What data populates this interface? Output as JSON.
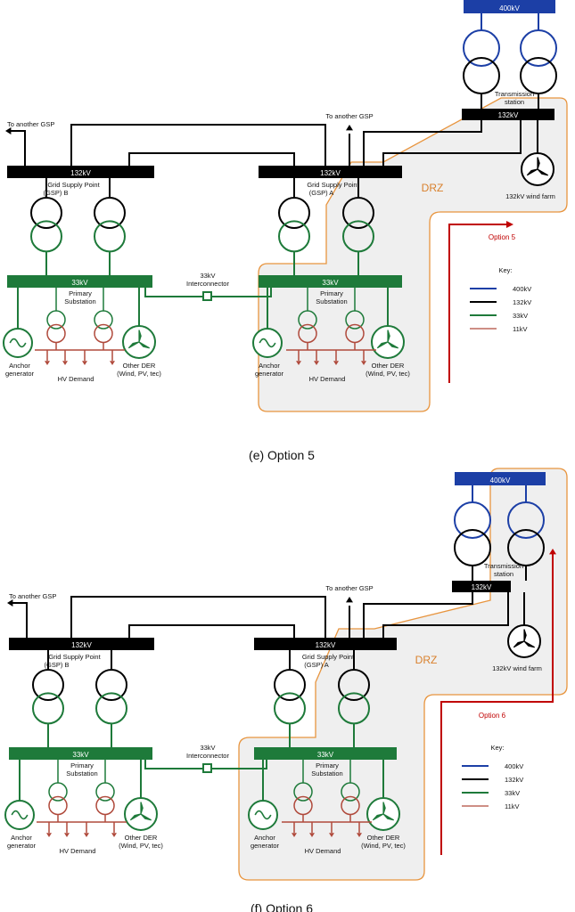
{
  "colors": {
    "kv400": "#1c3fa6",
    "kv132": "#000000",
    "kv33": "#1e7a3a",
    "kv11": "#b04a3c",
    "drz_border": "#e8953f",
    "drz_fill": "#efefef",
    "option_arrow": "#c00000"
  },
  "panels": [
    {
      "caption": "(e) Option 5",
      "option_label": "Option 5",
      "drz_label": "DRZ",
      "bus_400": "400kV",
      "bus_132_ts": "132kV",
      "bus_132_b": "132kV",
      "bus_132_a": "132kV",
      "bus_33_b": "33kV",
      "bus_33_a": "33kV",
      "ts_label": [
        "Transmission",
        "station"
      ],
      "wind_farm": "132kV wind farm",
      "gsp_b": [
        "Grid Supply Point",
        "(GSP) B"
      ],
      "gsp_a": [
        "Grid Supply Point",
        "(GSP) A"
      ],
      "to_gsp_left": "To another GSP",
      "to_gsp_mid": "To another GSP",
      "interconnector": [
        "33kV",
        "Interconnector"
      ],
      "primary": [
        "Primary",
        "Substation"
      ],
      "anchor": [
        "Anchor",
        "generator"
      ],
      "der": [
        "Other DER",
        "(Wind, PV, tec)"
      ],
      "hv_demand": "HV Demand",
      "key_title": "Key:",
      "key_items": [
        "400kV",
        "132kV",
        "33kV",
        "11kV"
      ]
    },
    {
      "caption": "(f) Option 6",
      "option_label": "Option 6",
      "drz_label": "DRZ",
      "bus_400": "400kV",
      "bus_132_ts": "132kV",
      "bus_132_b": "132kV",
      "bus_132_a": "132kV",
      "bus_33_b": "33kV",
      "bus_33_a": "33kV",
      "ts_label": [
        "Transmission",
        "station"
      ],
      "wind_farm": "132kV wind farm",
      "gsp_b": [
        "Grid Supply Point",
        "(GSP) B"
      ],
      "gsp_a": [
        "Grid Supply Point",
        "(GSP) A"
      ],
      "to_gsp_left": "To another GSP",
      "to_gsp_mid": "To another GSP",
      "interconnector": [
        "33kV",
        "Interconnector"
      ],
      "primary": [
        "Primary",
        "Substation"
      ],
      "anchor": [
        "Anchor",
        "generator"
      ],
      "der": [
        "Other DER",
        "(Wind, PV, tec)"
      ],
      "hv_demand": "HV Demand",
      "key_title": "Key:",
      "key_items": [
        "400kV",
        "132kV",
        "33kV",
        "11kV"
      ]
    }
  ]
}
